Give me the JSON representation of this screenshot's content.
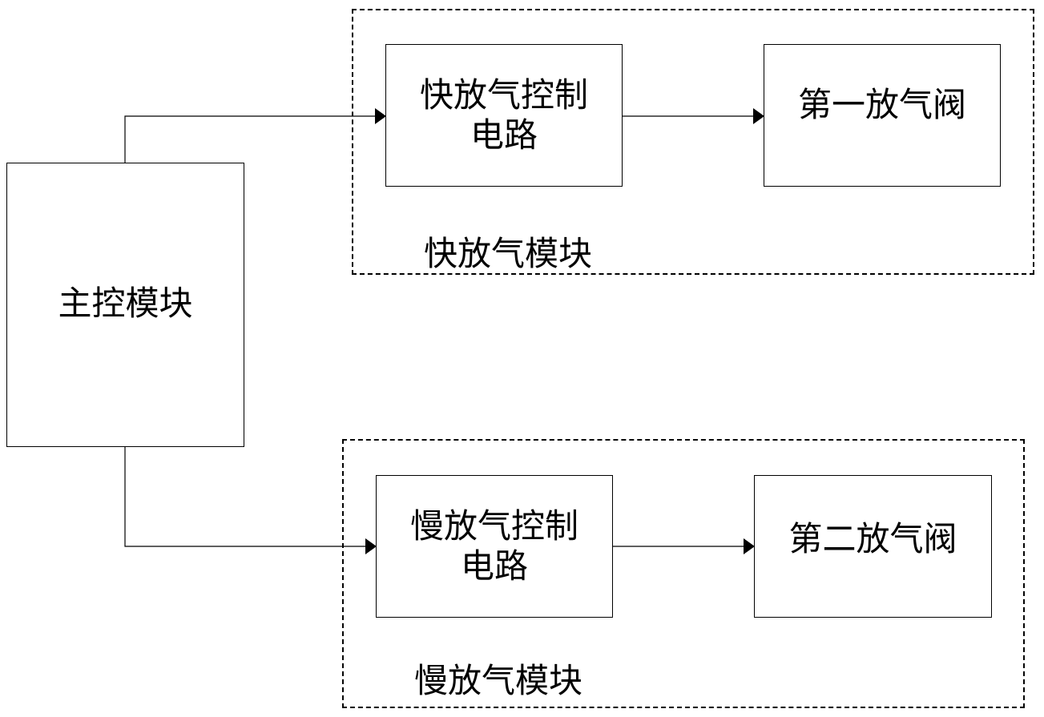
{
  "main_module": {
    "label": "主控模块"
  },
  "fast_group": {
    "label": "快放气模块",
    "control_circuit": "快放气控制\n电路",
    "valve": "第一放气阀"
  },
  "slow_group": {
    "label": "慢放气模块",
    "control_circuit": "慢放气控制\n电路",
    "valve": "第二放气阀"
  }
}
